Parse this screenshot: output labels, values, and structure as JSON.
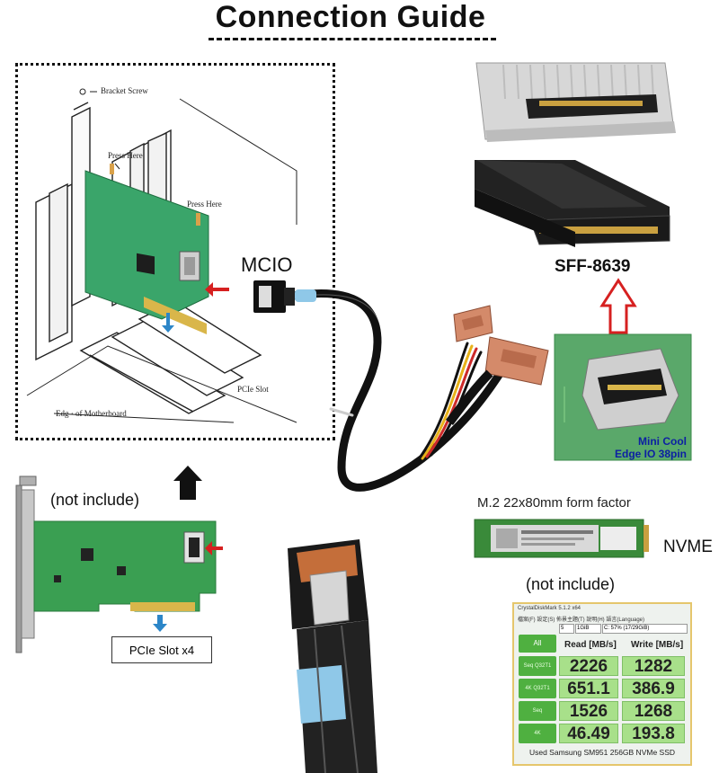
{
  "title": "Connection Guide",
  "labels": {
    "bracket_screw": "Bracket Screw",
    "press_here_1": "Press Here",
    "press_here_2": "Press Here",
    "pcie_slot": "PCIe Slot",
    "edge_of_motherboard": "Edg · of Motherboard",
    "mcio": "MCIO",
    "sff": "SFF-8639",
    "mini_cool": "Mini Cool",
    "edge_io": "Edge IO 38pin",
    "not_include_left": "(not include)",
    "not_include_right": "(not include)",
    "pcie_slot_x4": "PCIe Slot x4",
    "m2_form_factor": "M.2 22x80mm form factor",
    "nvme": "NVME"
  },
  "colors": {
    "pcb_green": "#3aa56a",
    "red_arrow": "#d62020",
    "blue_arrow": "#2c86c8",
    "cable_black": "#111111",
    "sata_yellow": "#e8b21a",
    "sata_red": "#cc2a2a",
    "cdm_cell_green": "#a8e08a",
    "mini_cool_text": "#0c1fa3"
  },
  "crystaldiskmark": {
    "title": "CrystalDiskMark 5.1.2 x64",
    "menu": "檔案(F)  設定(S)  佈景主題(T)  說明(H)  語言(Language)",
    "all_button": "All",
    "count": "5",
    "size": "1GiB",
    "drive": "C: 57% (17/29GiB)",
    "read_header": "Read [MB/s]",
    "write_header": "Write [MB/s]",
    "rows": [
      {
        "label": "Seq Q32T1",
        "read": "2226",
        "write": "1282"
      },
      {
        "label": "4K Q32T1",
        "read": "651.1",
        "write": "386.9"
      },
      {
        "label": "Seq",
        "read": "1526",
        "write": "1268"
      },
      {
        "label": "4K",
        "read": "46.49",
        "write": "193.8"
      }
    ],
    "footer": "Used Samsung SM951 256GB NVMe SSD"
  }
}
